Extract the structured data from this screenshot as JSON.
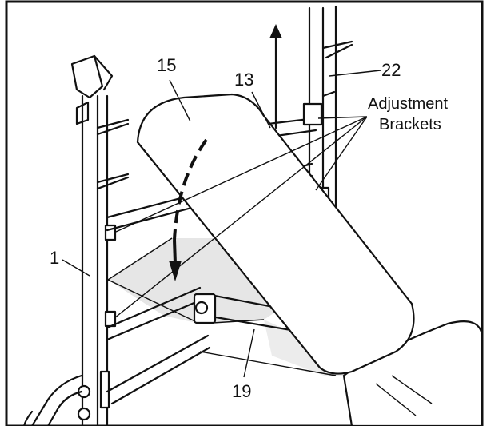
{
  "labels": {
    "part_15": "15",
    "part_13": "13",
    "part_22": "22",
    "part_1": "1",
    "part_19": "19",
    "adjustment_brackets_line1": "Adjustment",
    "adjustment_brackets_line2": "Brackets"
  },
  "colors": {
    "ink": "#111111",
    "background": "#ffffff",
    "floor_stipple": "#e6e6e6"
  }
}
